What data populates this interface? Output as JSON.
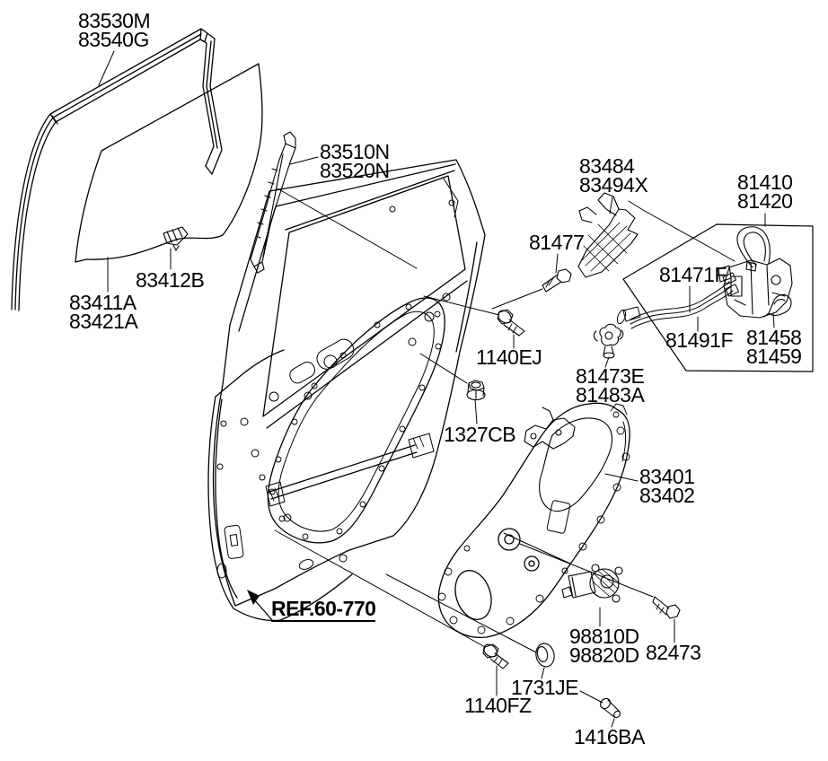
{
  "colors": {
    "line": "#000000",
    "background": "#ffffff"
  },
  "labels": {
    "glass_run": {
      "line1": "83530M",
      "line2": "83540G"
    },
    "rear_channel": {
      "line1": "83510N",
      "line2": "83520N"
    },
    "glass_grip": {
      "line1": "83412B"
    },
    "glass": {
      "line1": "83411A",
      "line2": "83421A"
    },
    "handle_base": {
      "line1": "83484",
      "line2": "83494X"
    },
    "latch_assy": {
      "line1": "81410",
      "line2": "81420"
    },
    "screw_81477": {
      "line1": "81477"
    },
    "handle_cable": {
      "line1": "81471F"
    },
    "lock_cable": {
      "line1": "81491F"
    },
    "lock_lever": {
      "line1": "81458",
      "line2": "81459"
    },
    "bolt_1140ej": {
      "line1": "1140EJ"
    },
    "cable_clip": {
      "line1": "81473E",
      "line2": "81483A"
    },
    "nut_1327cb": {
      "line1": "1327CB"
    },
    "regulator": {
      "line1": "83401",
      "line2": "83402"
    },
    "ref_note": {
      "line1": "REF.60-770"
    },
    "motor": {
      "line1": "98810D",
      "line2": "98820D"
    },
    "screw_82473": {
      "line1": "82473"
    },
    "plug_1731je": {
      "line1": "1731JE"
    },
    "bolt_1140fz": {
      "line1": "1140FZ"
    },
    "bolt_1416ba": {
      "line1": "1416BA"
    }
  }
}
